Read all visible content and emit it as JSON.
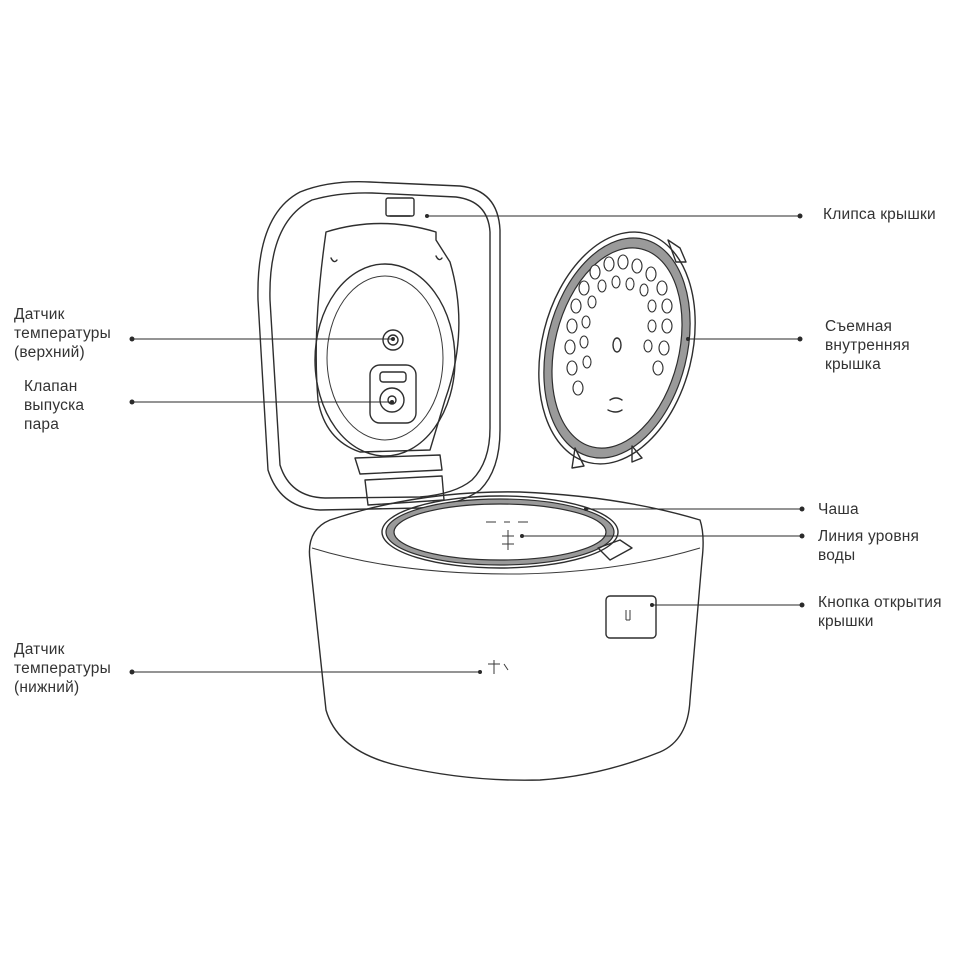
{
  "labels": {
    "lid_clip": "Клипса крышки",
    "removable_inner_lid": "Съемная\nвнутренняя\nкрышка",
    "bowl": "Чаша",
    "water_level_line": "Линия уровня\nводы",
    "lid_open_button": "Кнопка открытия\nкрышки",
    "temp_sensor_top": "Датчик\nтемпературы\n(верхний)",
    "steam_valve": "Клапан\nвыпуска\nпара",
    "temp_sensor_bottom": "Датчик\nтемпературы\n(нижний)"
  },
  "colors": {
    "ink": "#2e2e2e",
    "gasket": "#9a9a9a",
    "text": "#333333"
  }
}
